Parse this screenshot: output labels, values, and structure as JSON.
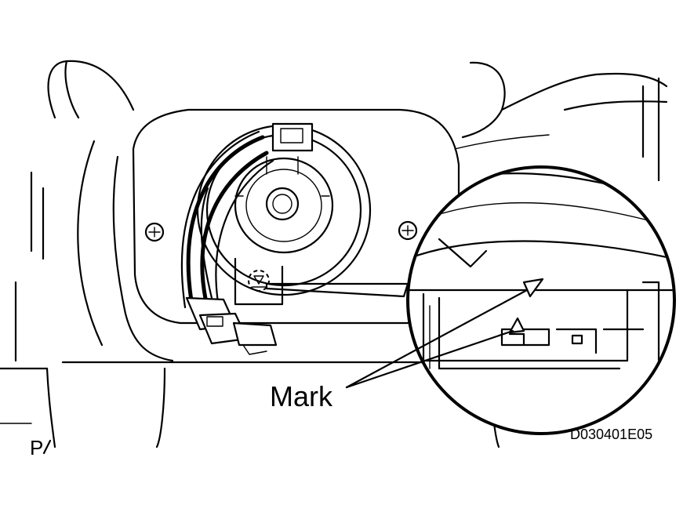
{
  "figure": {
    "callout_label": "Mark",
    "view_code": "P",
    "figure_id": "D030401E05"
  }
}
